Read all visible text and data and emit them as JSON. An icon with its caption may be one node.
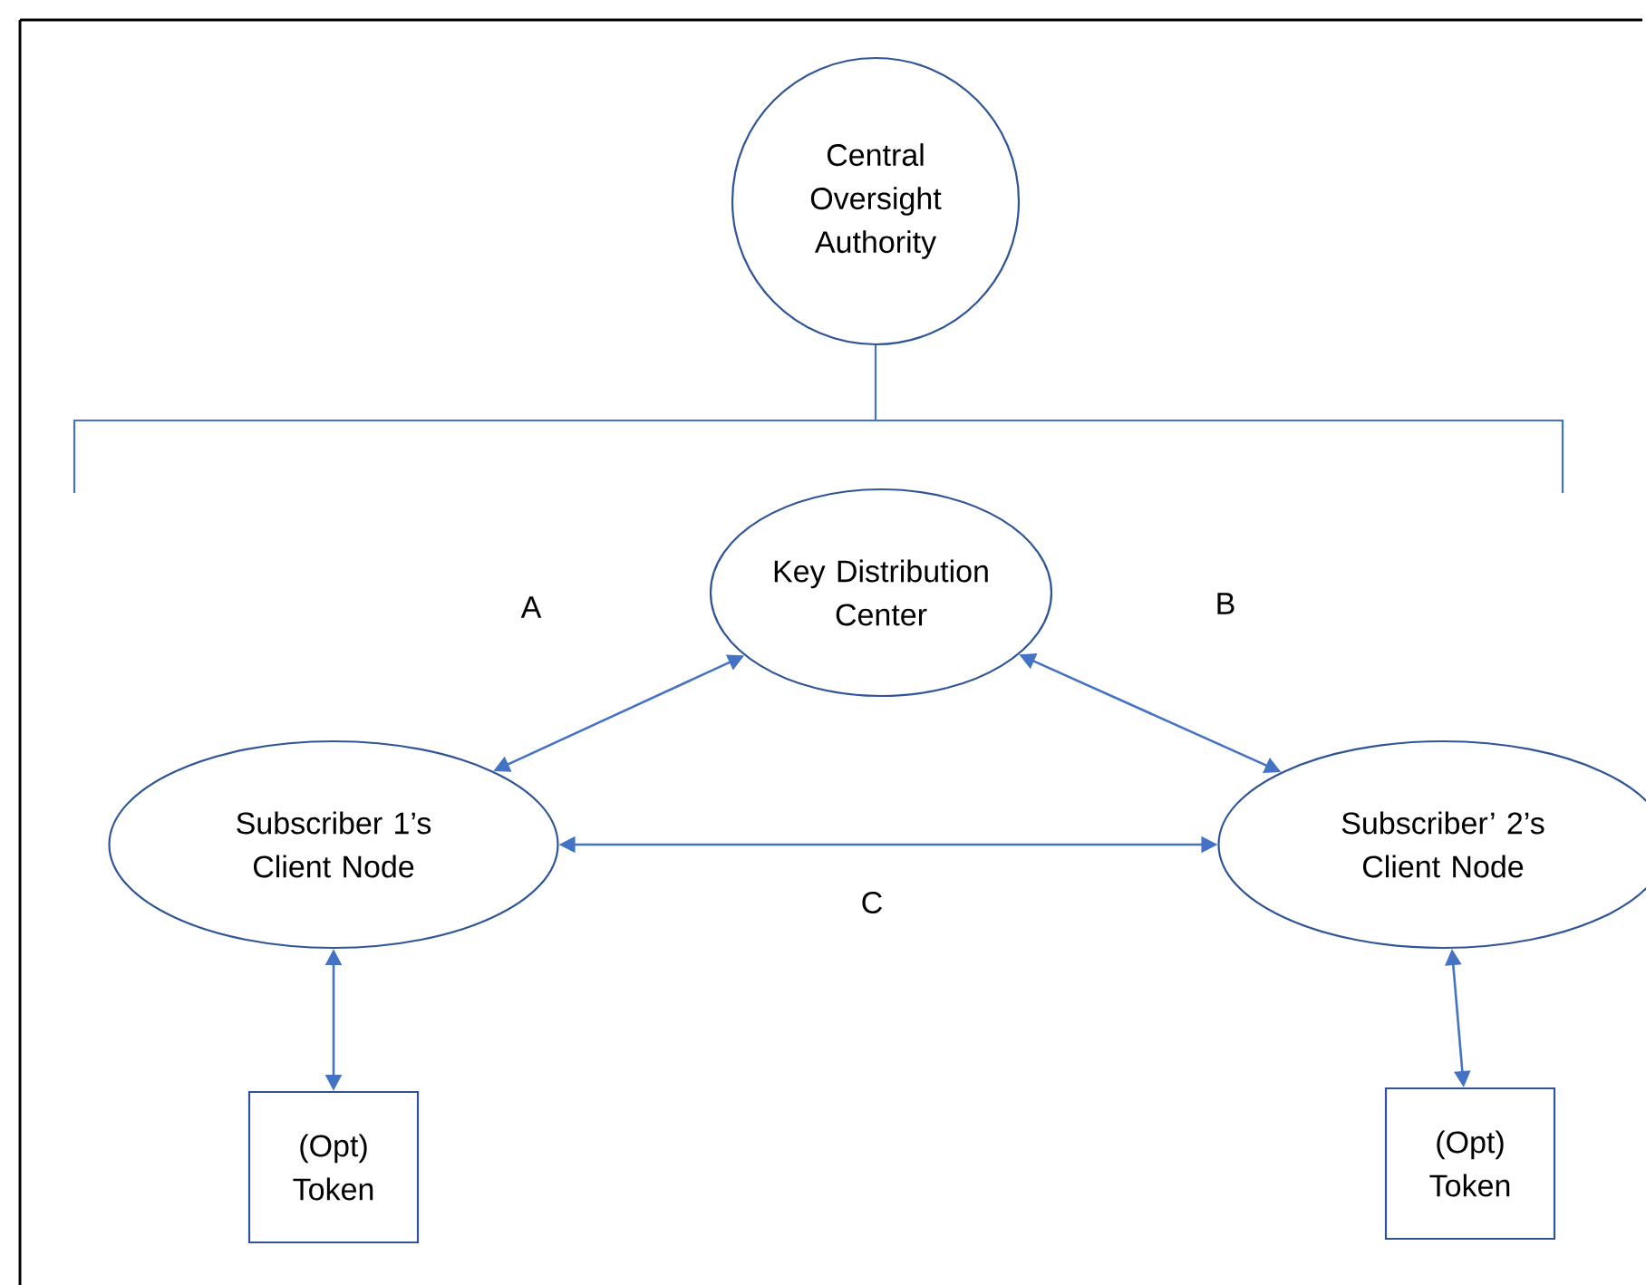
{
  "diagram": {
    "nodes": [
      {
        "text": [
          "Central Oversight Authority"
        ]
      },
      {
        "text": [
          "Key Distribution Center"
        ]
      },
      {
        "text": [
          "Subscriber 1’s Client Node"
        ]
      },
      {
        "text": [
          "Subscriber’ 2’s Client Node"
        ]
      },
      {
        "text": [
          "(Opt) Token"
        ]
      },
      {
        "text": [
          "(Opt) Token"
        ]
      }
    ],
    "edges": [
      {
        "from": 0,
        "to": null,
        "arrow": "none"
      },
      {
        "from": 1,
        "to": 2,
        "arrow": "both",
        "label": "A"
      },
      {
        "from": 1,
        "to": 3,
        "arrow": "both",
        "label": "B"
      },
      {
        "from": 2,
        "to": 3,
        "arrow": "both",
        "label": "C"
      },
      {
        "from": 2,
        "to": 4,
        "arrow": "both"
      },
      {
        "from": 3,
        "to": 5,
        "arrow": "both"
      }
    ]
  }
}
